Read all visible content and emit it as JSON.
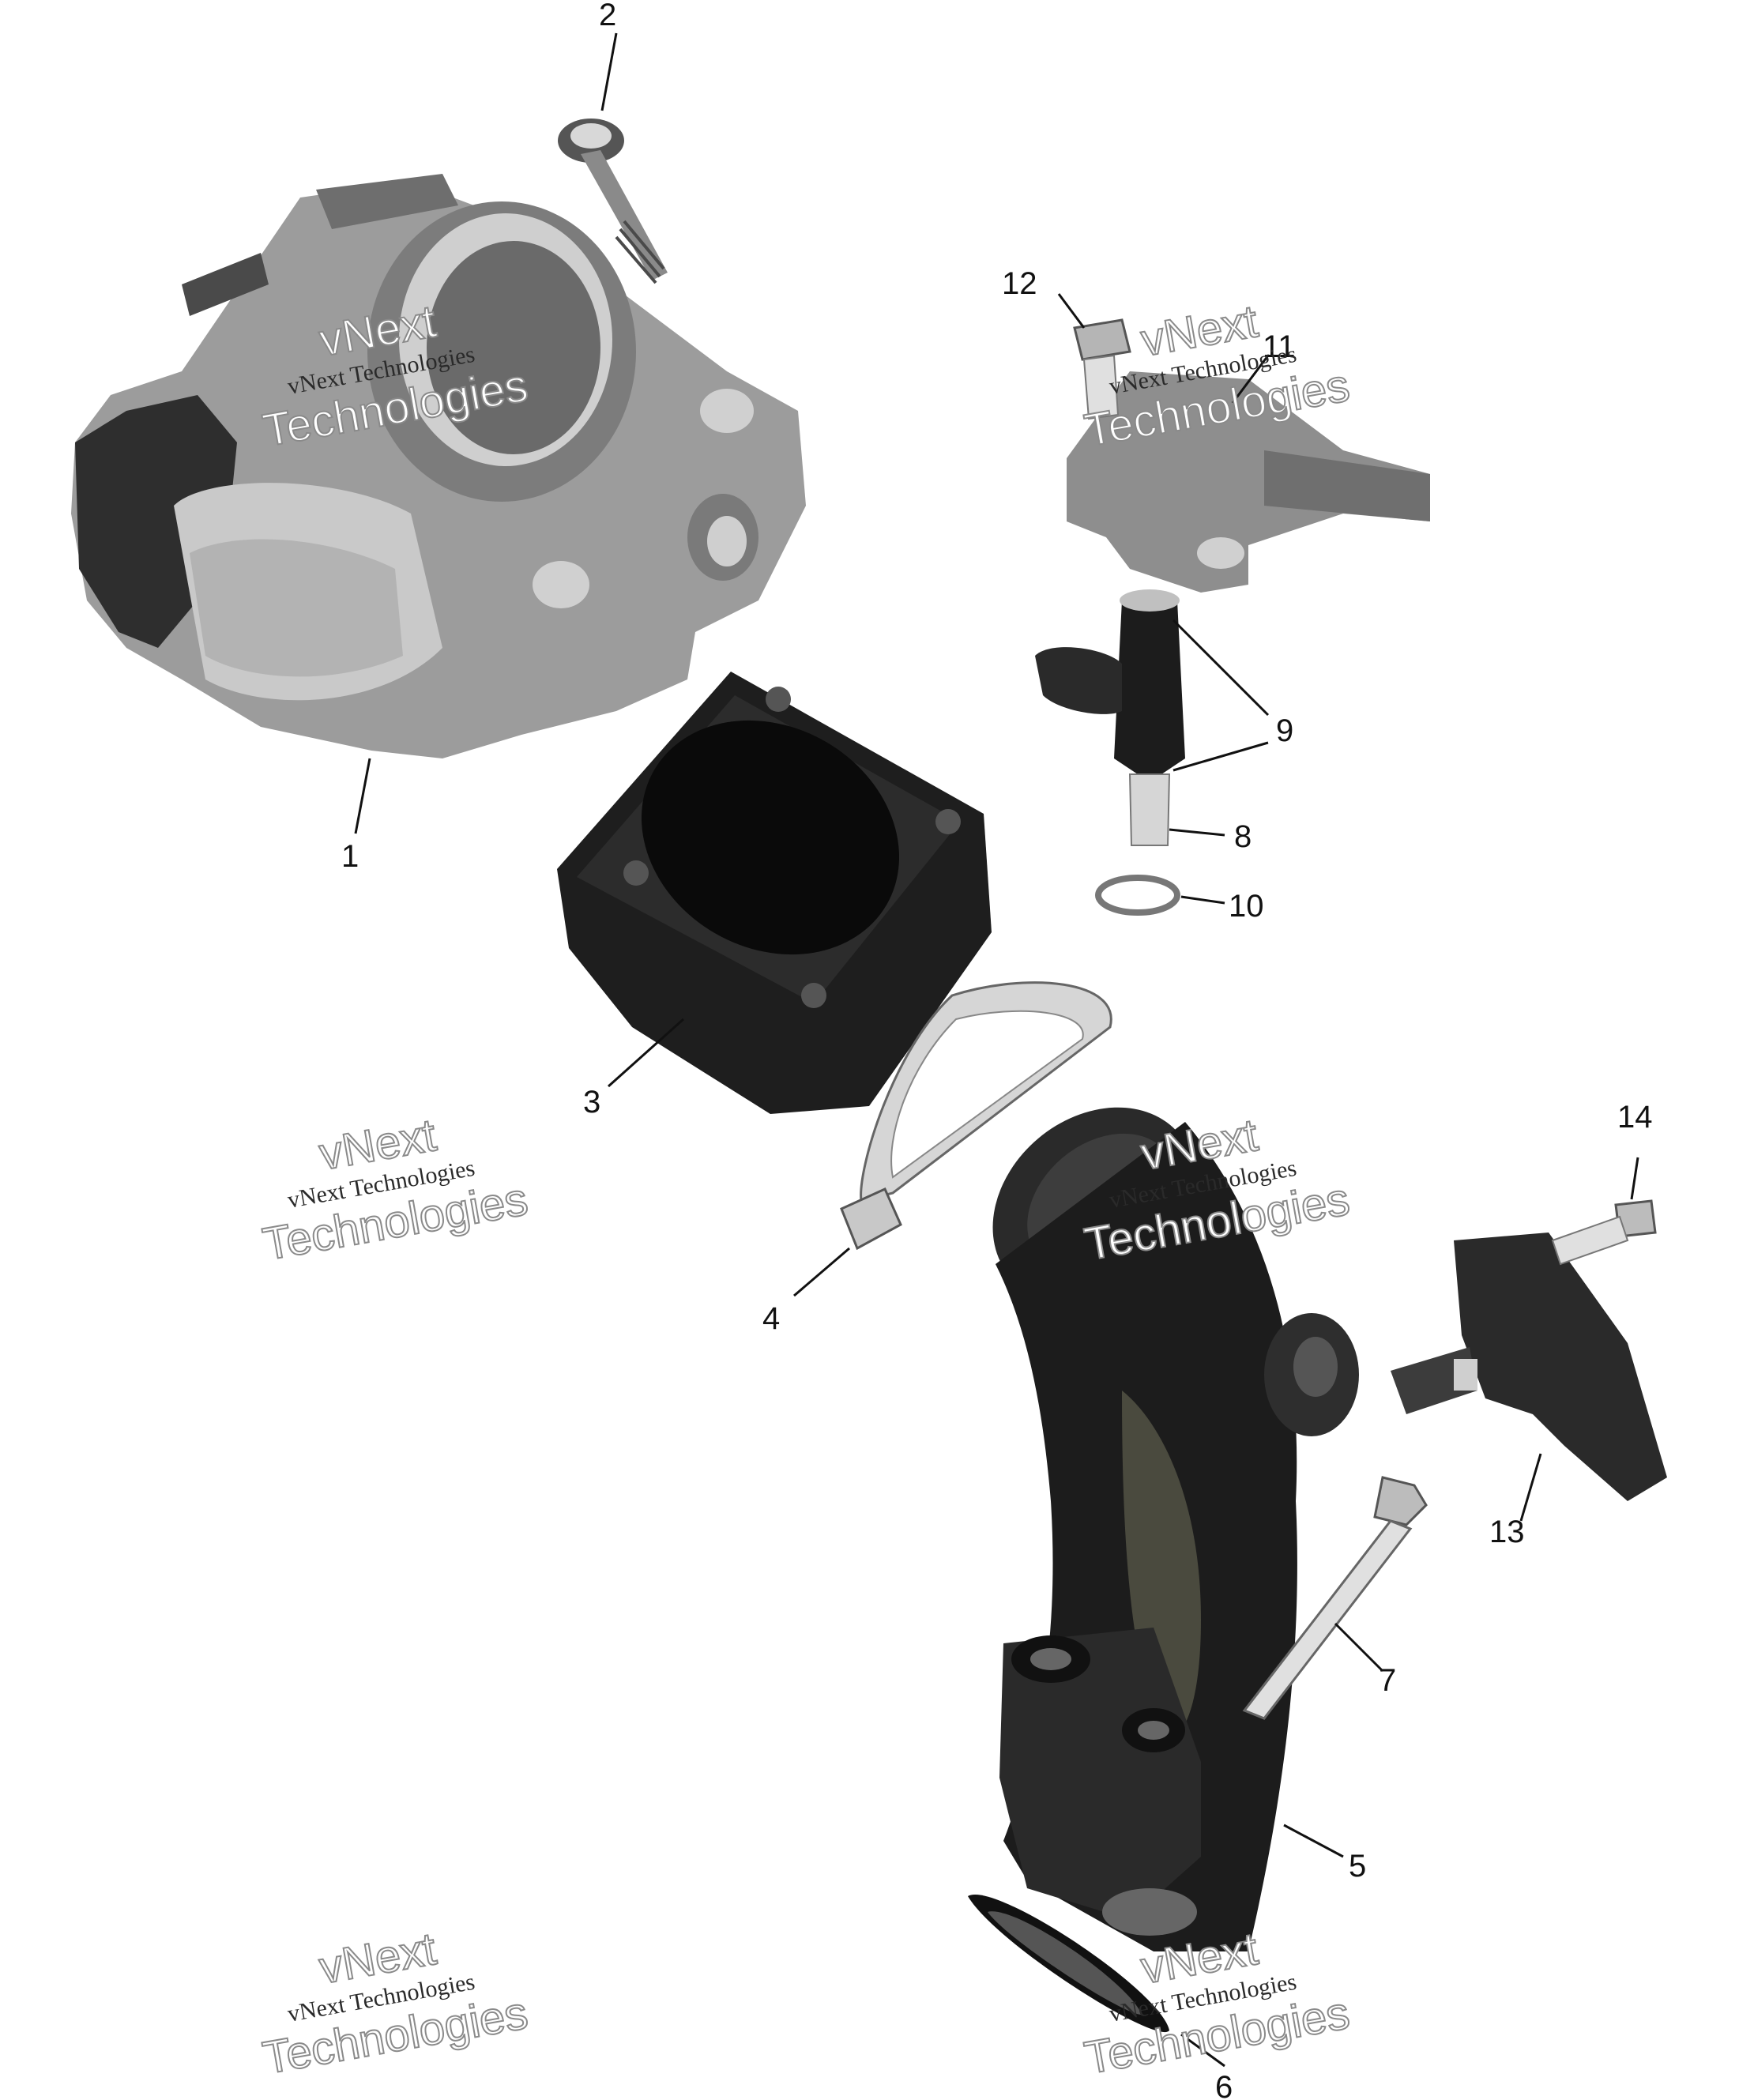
{
  "colors": {
    "throttle_body": "#9a9a9a",
    "throttle_body_dark": "#5f5f5f",
    "black_parts": "#1c1c1c",
    "dark_grey_parts": "#3a3a3a",
    "light_grey_parts": "#c8c8c8"
  },
  "callouts": [
    {
      "id": "1",
      "label": "1"
    },
    {
      "id": "2",
      "label": "2"
    },
    {
      "id": "3",
      "label": "3"
    },
    {
      "id": "4",
      "label": "4"
    },
    {
      "id": "5",
      "label": "5"
    },
    {
      "id": "6",
      "label": "6"
    },
    {
      "id": "7",
      "label": "7"
    },
    {
      "id": "8",
      "label": "8"
    },
    {
      "id": "9",
      "label": "9"
    },
    {
      "id": "10",
      "label": "10"
    },
    {
      "id": "11",
      "label": "11"
    },
    {
      "id": "12",
      "label": "12"
    },
    {
      "id": "13",
      "label": "13"
    },
    {
      "id": "14",
      "label": "14"
    }
  ],
  "watermark": {
    "line1": "vNext Technologies",
    "line2": "Technologies",
    "line3": "vNext"
  }
}
